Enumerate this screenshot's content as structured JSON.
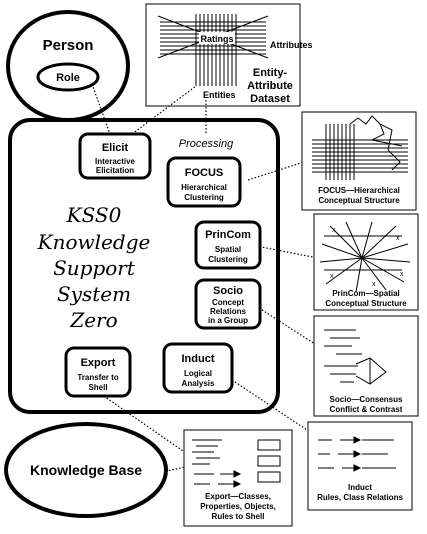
{
  "person": {
    "title": "Person",
    "role": "Role"
  },
  "dataset": {
    "ratings": "Ratings",
    "attributes": "Attributes",
    "entities": "Entities",
    "caption_1": "Entity-",
    "caption_2": "Attribute",
    "caption_3": "Dataset"
  },
  "kss0": {
    "processing": "Processing",
    "title_lines": [
      "KSS0",
      "Knowledge",
      "Support",
      "System",
      "Zero"
    ]
  },
  "modules": {
    "elicit": {
      "name": "Elicit",
      "desc": [
        "Interactive",
        "Elicitation"
      ]
    },
    "focus": {
      "name": "FOCUS",
      "desc": [
        "Hierarchical",
        "Clustering"
      ]
    },
    "princom": {
      "name": "PrinCom",
      "desc": [
        "Spatial",
        "Clustering"
      ]
    },
    "socio": {
      "name": "Socio",
      "desc": [
        "Concept",
        "Relations",
        "in a Group"
      ]
    },
    "export": {
      "name": "Export",
      "desc": [
        "Transfer to",
        "Shell"
      ]
    },
    "induct": {
      "name": "Induct",
      "desc": [
        "Logical",
        "Analysis"
      ]
    }
  },
  "outputs": {
    "focus": [
      "FOCUS—Hierarchical",
      "Conceptual Structure"
    ],
    "princom": [
      "PrinCom—Spatial",
      "Conceptual Structure"
    ],
    "socio": [
      "Socio—Consensus",
      "Conflict & Contrast"
    ],
    "induct": [
      "Induct",
      "Rules, Class Relations"
    ],
    "export": [
      "Export—Classes,",
      "Properties, Objects,",
      "Rules to Shell"
    ]
  },
  "knowledge_base": "Knowledge Base"
}
